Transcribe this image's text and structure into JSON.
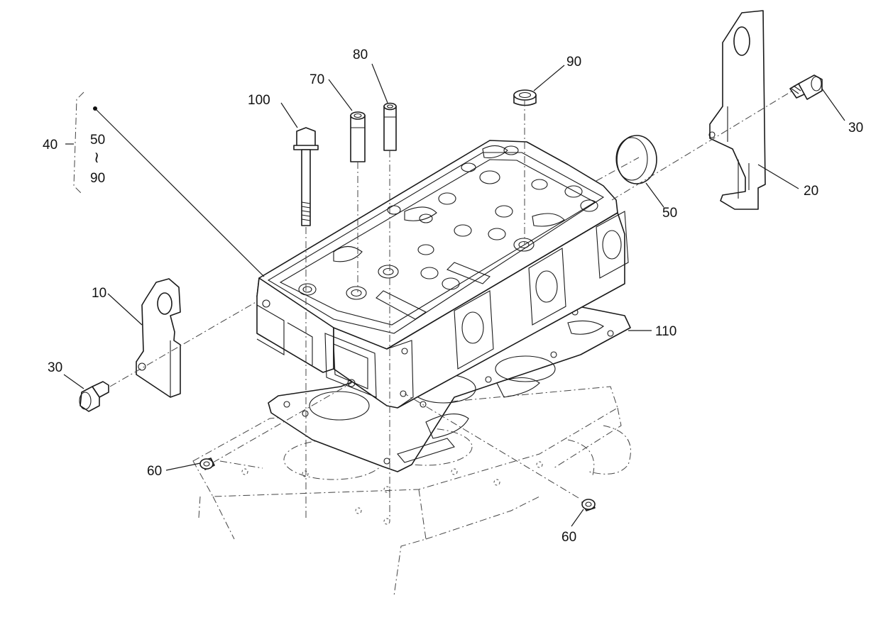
{
  "diagram": {
    "group_label": {
      "number": "40",
      "range_start": "50",
      "range_sep": "~",
      "range_end": "90"
    },
    "callouts": {
      "c10": "10",
      "c20": "20",
      "c30_left": "30",
      "c30_right": "30",
      "c50": "50",
      "c60_left": "60",
      "c60_right": "60",
      "c70": "70",
      "c80": "80",
      "c90": "90",
      "c100": "100",
      "c110": "110"
    }
  }
}
